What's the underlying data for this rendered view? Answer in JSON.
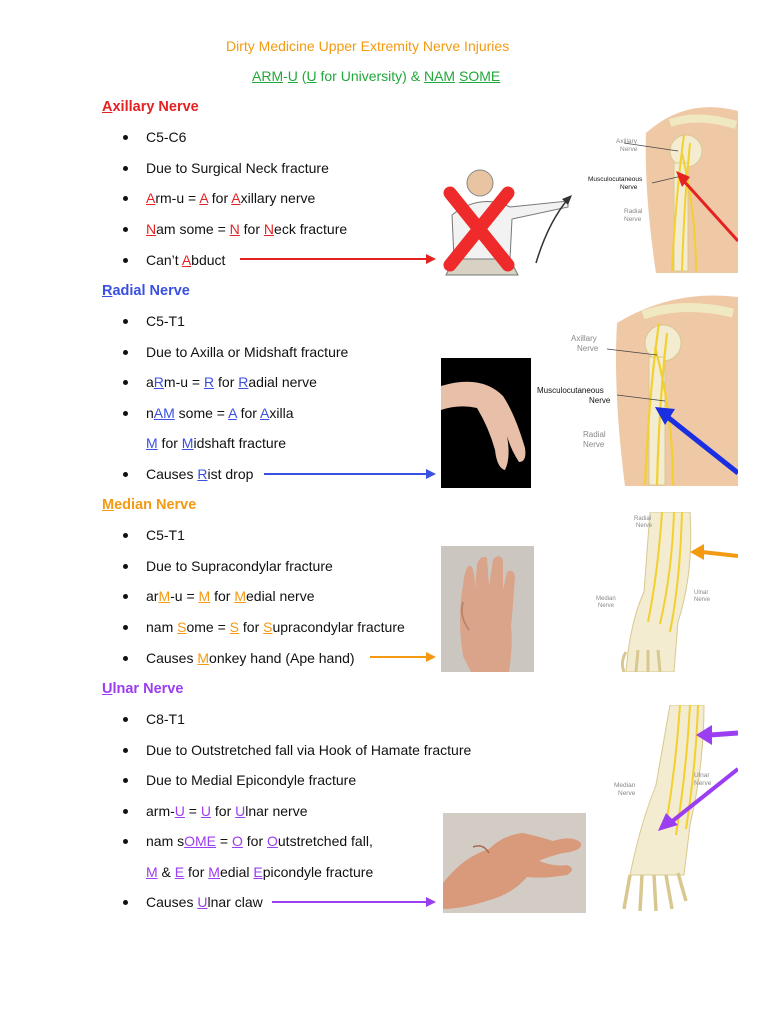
{
  "title": "Dirty Medicine Upper Extremity Nerve Injuries",
  "subtitle": {
    "arm": "ARM",
    "dash": "-",
    "u": "U",
    "open": " (",
    "u2": "U",
    "rest": " for University) & ",
    "nam": "NAM",
    "space": " ",
    "some": "SOME"
  },
  "colors": {
    "axillary": "#e52222",
    "radial": "#3a50e0",
    "median": "#f39a12",
    "ulnar": "#9b3df0",
    "title": "#f39a12",
    "mnemonic": "#22a83a"
  },
  "axillary": {
    "h_letter": "A",
    "h_rest": "xillary Nerve",
    "b1": "C5-C6",
    "b2": "Due to Surgical Neck fracture",
    "b3": {
      "a": "A",
      "b": "rm-u = ",
      "c": "A",
      "d": " for ",
      "e": "A",
      "f": "xillary nerve"
    },
    "b4": {
      "a": "N",
      "b": "am some = ",
      "c": "N",
      "d": " for ",
      "e": "N",
      "f": "eck fracture"
    },
    "b5": {
      "a": "Can’t ",
      "b": "A",
      "c": "bduct"
    }
  },
  "radial": {
    "h_letter": "R",
    "h_rest": "adial Nerve",
    "b1": "C5-T1",
    "b2": "Due to Axilla or Midshaft fracture",
    "b3": {
      "a": "a",
      "b": "R",
      "c": "m-u = ",
      "d": "R",
      "e": " for ",
      "f": "R",
      "g": "adial nerve"
    },
    "b4": {
      "a": "n",
      "b": "AM",
      "c": " some = ",
      "d": "A",
      "e": " for ",
      "f": "A",
      "g": "xilla"
    },
    "b4b": {
      "a": "M",
      "b": " for ",
      "c": "M",
      "d": "idshaft fracture"
    },
    "b5": {
      "a": "Causes ",
      "b": "R",
      "c": "ist drop"
    }
  },
  "median": {
    "h_letter": "M",
    "h_rest": "edian Nerve",
    "b1": "C5-T1",
    "b2": "Due to Supracondylar fracture",
    "b3": {
      "a": "ar",
      "b": "M",
      "c": "-u = ",
      "d": "M",
      "e": " for ",
      "f": "M",
      "g": "edial nerve"
    },
    "b4": {
      "a": "nam ",
      "b": "S",
      "c": "ome = ",
      "d": "S",
      "e": " for ",
      "f": "S",
      "g": "upracondylar fracture"
    },
    "b5": {
      "a": "Causes ",
      "b": "M",
      "c": "onkey hand (Ape hand)"
    }
  },
  "ulnar": {
    "h_letter": "U",
    "h_rest": "lnar Nerve",
    "b1": "C8-T1",
    "b2": "Due to Outstretched fall via Hook of Hamate fracture",
    "b3": "Due to Medial Epicondyle fracture",
    "b4": {
      "a": "arm-",
      "b": "U",
      "c": " = ",
      "d": "U",
      "e": " for ",
      "f": "U",
      "g": "lnar nerve"
    },
    "b5": {
      "a": "nam s",
      "b": "OME",
      "c": " = ",
      "d": "O",
      "e": " for ",
      "f": "O",
      "g": "utstretched fall,"
    },
    "b5b": {
      "a": "M",
      "b": " & ",
      "c": "E",
      "d": " for ",
      "e": "M",
      "f": "edial ",
      "g": "E",
      "h": "picondyle fracture"
    },
    "b6": {
      "a": "Causes ",
      "b": "U",
      "c": "lnar claw"
    }
  },
  "figures": {
    "fig1": {
      "l1": "Axillary",
      "l2": "Nerve",
      "l3": "Musculocutaneous",
      "l4": "Nerve",
      "l5": "Radial",
      "l6": "Nerve"
    },
    "fig2": {
      "l1": "Axillary",
      "l2": "Nerve",
      "l3": "Musculocutaneous",
      "l4": "Nerve",
      "l5": "Radial",
      "l6": "Nerve"
    },
    "fig3": {
      "l1": "Radial",
      "l2": "Nerve",
      "l3": "Median",
      "l4": "Nerve",
      "l5": "Ulnar",
      "l6": "Nerve"
    },
    "fig4": {
      "l1": "Median",
      "l2": "Nerve",
      "l3": "Ulnar",
      "l4": "Nerve"
    }
  }
}
